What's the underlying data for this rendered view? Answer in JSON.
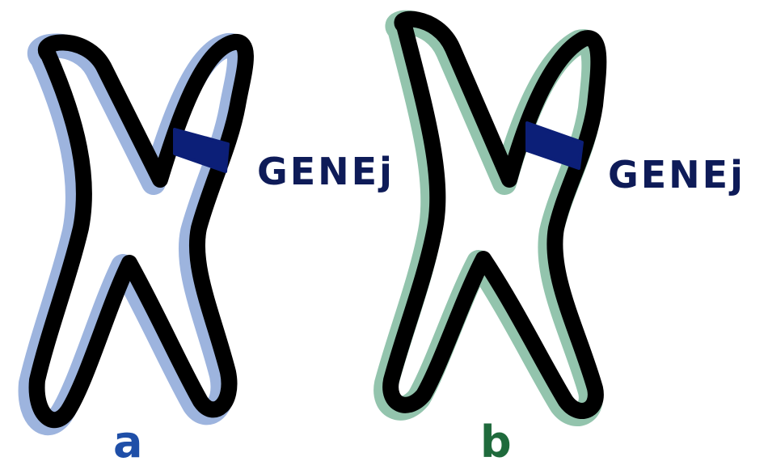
{
  "chromosomes": [
    {
      "id": "a",
      "label": "a",
      "gene_label": "GENEj",
      "outline_color": "#000000",
      "shadow_color": "#9db4de",
      "label_color": "#1f4fa8",
      "gene_band_color": "#0c1f78"
    },
    {
      "id": "b",
      "label": "b",
      "gene_label": "GENEj",
      "outline_color": "#000000",
      "shadow_color": "#93c4ad",
      "label_color": "#1f6a3c",
      "gene_band_color": "#0c1f78"
    }
  ],
  "gene_label_color": "#0e1b58"
}
